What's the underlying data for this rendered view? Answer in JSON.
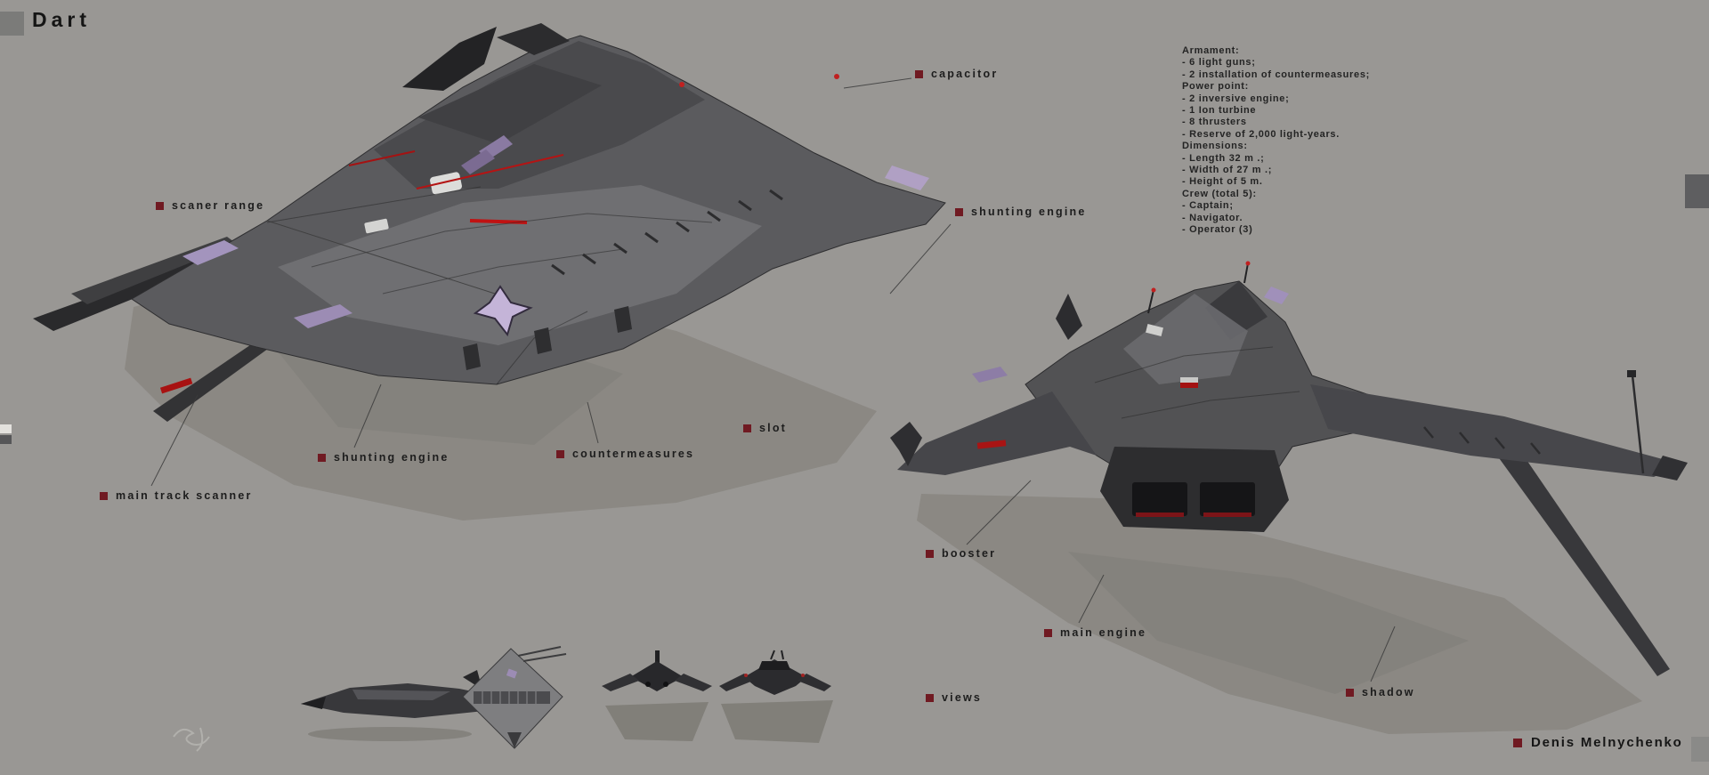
{
  "title": "Dart",
  "credit": {
    "text": "Denis Melnychenko"
  },
  "spec_sheet": {
    "lines": [
      "Armament:",
      "- 6 light guns;",
      "- 2 installation of countermeasures;",
      "Power point:",
      "- 2 inversive engine;",
      "- 1 Ion turbine",
      "- 8 thrusters",
      "- Reserve of 2,000 light-years.",
      "Dimensions:",
      "- Length 32 m .;",
      "- Width of 27 m .;",
      "- Height of 5 m.",
      "Crew (total 5):",
      "- Captain;",
      "- Navigator.",
      "- Operator (3)"
    ]
  },
  "callouts": [
    {
      "id": "capacitor",
      "text": "capacitor"
    },
    {
      "id": "scaner-range",
      "text": "scaner range"
    },
    {
      "id": "shunting-engine-right",
      "text": "shunting engine"
    },
    {
      "id": "slot",
      "text": "slot"
    },
    {
      "id": "countermeasures",
      "text": "countermeasures"
    },
    {
      "id": "shunting-engine-left",
      "text": "shunting engine"
    },
    {
      "id": "main-track-scanner",
      "text": "main track scanner"
    },
    {
      "id": "booster",
      "text": "booster"
    },
    {
      "id": "main-engine",
      "text": "main engine"
    },
    {
      "id": "views",
      "text": "views"
    },
    {
      "id": "shadow",
      "text": "shadow"
    }
  ],
  "colors": {
    "background": "#999794",
    "callout_marker": "#701a22",
    "text": "#1d1d1d",
    "hull_dark": "#3a3a3d",
    "hull_mid": "#5b5b5e",
    "hull_light": "#737376",
    "accent_purple": "#a394bd",
    "accent_red": "#b41414",
    "ground_shadow": "#8b8883"
  }
}
